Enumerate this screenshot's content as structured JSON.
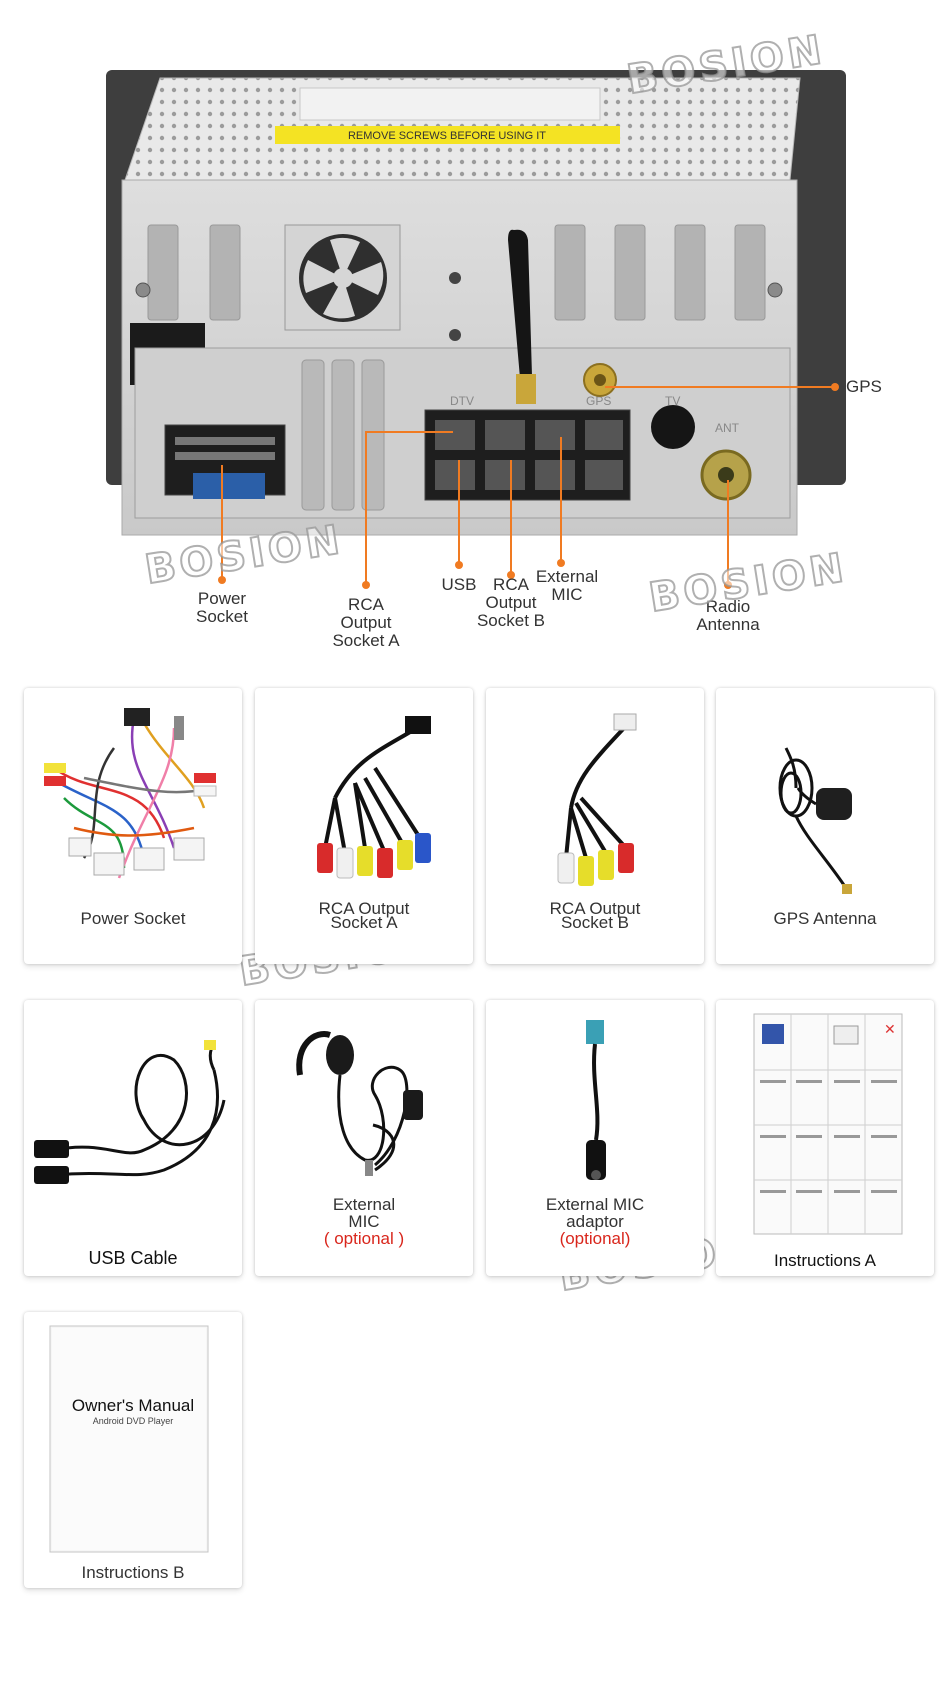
{
  "brand_watermark": "BOSION",
  "device": {
    "warning_sticker": "REMOVE SCREWS BEFORE USING IT",
    "port_labels": {
      "dtv": "DTV",
      "gps": "GPS",
      "tv": "TV",
      "ant": "ANT"
    }
  },
  "callouts": {
    "gps": "GPS",
    "power_socket": [
      "Power",
      "Socket"
    ],
    "rca_a": [
      "RCA",
      "Output",
      "Socket A"
    ],
    "usb": "USB",
    "rca_b": [
      "RCA",
      "Output",
      "Socket B"
    ],
    "mic": [
      "External",
      "MIC"
    ],
    "radio": [
      "Radio",
      "Antenna"
    ]
  },
  "callout_color": "#f07b22",
  "accessories": [
    {
      "id": "power-socket",
      "label": [
        "Power Socket"
      ]
    },
    {
      "id": "rca-a",
      "label": [
        "RCA Output",
        "Socket A"
      ]
    },
    {
      "id": "rca-b",
      "label": [
        "RCA Output",
        "Socket B"
      ]
    },
    {
      "id": "gps-antenna",
      "label": [
        "GPS Antenna"
      ]
    },
    {
      "id": "usb-cable",
      "label": [
        "USB Cable"
      ]
    },
    {
      "id": "external-mic",
      "label": [
        "External",
        "MIC"
      ],
      "optional": "( optional )"
    },
    {
      "id": "mic-adaptor",
      "label": [
        "External MIC",
        "adaptor"
      ],
      "optional": "(optional)"
    },
    {
      "id": "instructions-a",
      "label": [
        "Instructions A"
      ]
    },
    {
      "id": "instructions-b",
      "label": [
        "Instructions B"
      ],
      "manual_title": "Owner's Manual",
      "manual_subtitle": "Android DVD Player"
    }
  ],
  "optional_color": "#d9261c"
}
